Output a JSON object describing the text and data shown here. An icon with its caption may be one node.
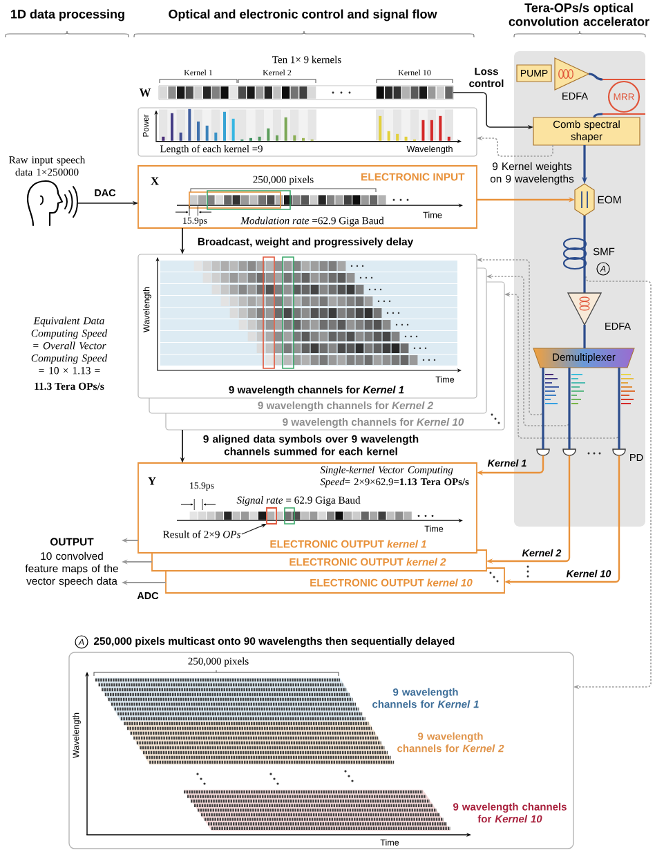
{
  "diagram": {
    "nodes": [
      {
        "text": [
          "Raw input speech data 1×250000"
        ]
      },
      {
        "text": [
          "W"
        ],
        "beside": [
          "Ten 1× 9 kernels",
          "Kernel 1",
          "Kernel 2",
          "Kernel 10"
        ]
      },
      {
        "text": [
          "Power",
          "Length of each kernel =9",
          "Wavelength"
        ]
      },
      {
        "text": [
          "X",
          "250,000 pixels",
          "ELECTRONIC INPUT",
          "15.9ps",
          "*Modulation rate* =62.9 Giga Baud",
          "Time"
        ]
      },
      {
        "text": [
          "Wavelength",
          "Time",
          "9 wavelength channels for *Kernel 1*"
        ]
      },
      {
        "text": [
          "9 wavelength channels for *Kernel 2*"
        ]
      },
      {
        "text": [
          "9 wavelength channels for *Kernel 10*"
        ]
      },
      {
        "text": [
          "Y",
          "15.9ps",
          "*Single-kernel Vector Computing Speed*= 2×9×62.9=**1.13 Tera OPs/s**",
          "*Signal rate* = 62.9 Giga Baud",
          "Time",
          "ELECTRONIC OUTPUT *kernel 1*"
        ]
      },
      {
        "text": [
          "Result of 2×9 *OPs*"
        ],
        "in": 7
      },
      {
        "text": [],
        "shape": "box",
        "in": 7
      },
      {
        "text": [
          "ELECTRONIC OUTPUT *kernel 2*"
        ]
      },
      {
        "text": [
          "ELECTRONIC OUTPUT *kernel 10*"
        ]
      },
      {
        "text": [
          "OUTPUT",
          "10 convolved feature maps of the vector speech data"
        ]
      },
      {
        "text": [],
        "shape": "box"
      },
      {
        "text": [
          "PUMP"
        ],
        "in": 13
      },
      {
        "text": [
          "EDFA"
        ],
        "in": 13
      },
      {
        "text": [
          "MRR"
        ],
        "in": 13
      },
      {
        "text": [
          "Comb spectral shaper"
        ],
        "in": 13
      },
      {
        "text": [
          "EOM"
        ],
        "in": 13
      },
      {
        "text": [
          "SMF",
          "A"
        ],
        "in": 13
      },
      {
        "text": [
          "EDFA"
        ],
        "in": 13
      },
      {
        "text": [
          "Demultiplexer"
        ],
        "in": 13
      },
      {
        "text": [],
        "shape": "semicircle",
        "in": 13
      },
      {
        "text": [],
        "shape": "semicircle",
        "in": 13
      },
      {
        "text": [
          "PD"
        ],
        "in": 13
      },
      {
        "text": [
          "A",
          "250,000 pixels multicast onto 90 wavelengths then sequentially delayed",
          "250,000 pixels",
          "9 wavelength channels for *Kernel 1*",
          "Wavelength",
          "9 wavelength channels for *Kernel 2*",
          "9 wavelength channels for *Kernel 10*",
          "Time"
        ]
      }
    ],
    "edges": [
      {
        "from": 0,
        "to": 3,
        "arrow": "to",
        "label": "DAC",
        "color": "#1a1a1a"
      },
      {
        "from": 1,
        "to": 17,
        "arrow": "to",
        "label": "Loss control",
        "color": "#1a1a1a"
      },
      {
        "from": 17,
        "to": 2,
        "arrow": "to",
        "style": "dashed",
        "color": "#9a9a9a"
      },
      {
        "from": 3,
        "to": 18,
        "arrow": "to",
        "color": "#e8913a"
      },
      {
        "from": 3,
        "to": 4,
        "arrow": "to",
        "label": "Broadcast, weight and progressively delay",
        "color": "#1a1a1a"
      },
      {
        "from": 6,
        "to": 7,
        "arrow": "to",
        "label": "9 aligned data symbols over 9 wavelength channels summed for each kernel",
        "color": "#1a1a1a"
      },
      {
        "from": 8,
        "to": 9,
        "arrow": "to",
        "color": "#1a1a1a"
      },
      {
        "from": 7,
        "to": 12,
        "arrow": "to",
        "color": "#9a9a9a"
      },
      {
        "from": 10,
        "to": 12,
        "arrow": "to",
        "color": "#9a9a9a"
      },
      {
        "from": 11,
        "to": 12,
        "arrow": "to",
        "label": "ADC",
        "color": "#9a9a9a"
      },
      {
        "from": 15,
        "to": 16,
        "arrow": "none"
      },
      {
        "from": 16,
        "to": 17,
        "arrow": "none"
      },
      {
        "from": 17,
        "to": 18,
        "arrow": "to",
        "label": "9 Kernel weights on 9 wavelengths"
      },
      {
        "from": 18,
        "to": 19,
        "arrow": "none"
      },
      {
        "from": 19,
        "to": 20,
        "arrow": "none"
      },
      {
        "from": 20,
        "to": 21,
        "arrow": "none"
      },
      {
        "from": 21,
        "to": 22,
        "arrow": "none"
      },
      {
        "from": 21,
        "to": 23,
        "arrow": "none"
      },
      {
        "from": 21,
        "to": 24,
        "arrow": "none"
      },
      {
        "from": 22,
        "to": 7,
        "arrow": "to",
        "label": "Kernel 1",
        "color": "#e8913a"
      },
      {
        "from": 23,
        "to": 10,
        "arrow": "to",
        "label": "Kernel 2",
        "color": "#e8913a"
      },
      {
        "from": 24,
        "to": 11,
        "arrow": "to",
        "label": "Kernel 10",
        "color": "#e8913a"
      },
      {
        "from": 21,
        "to": 4,
        "arrow": "to",
        "style": "dashed",
        "color": "#9a9a9a"
      },
      {
        "from": 21,
        "to": 5,
        "arrow": "to",
        "style": "dashed",
        "color": "#9a9a9a"
      },
      {
        "from": 21,
        "to": 6,
        "arrow": "to",
        "style": "dashed",
        "color": "#9a9a9a"
      },
      {
        "from": 19,
        "to": 25,
        "arrow": "to",
        "style": "dashed",
        "color": "#9a9a9a"
      }
    ],
    "labels": [
      "1D data processing",
      "Optical and electronic control and signal flow",
      "Tera-OPs/s optical convolution accelerator",
      "*Equivalent Data Computing Speed = Overall Vector Computing Speed =* 10 × 1.13 =",
      "11.3 Tera OPs/s"
    ]
  }
}
